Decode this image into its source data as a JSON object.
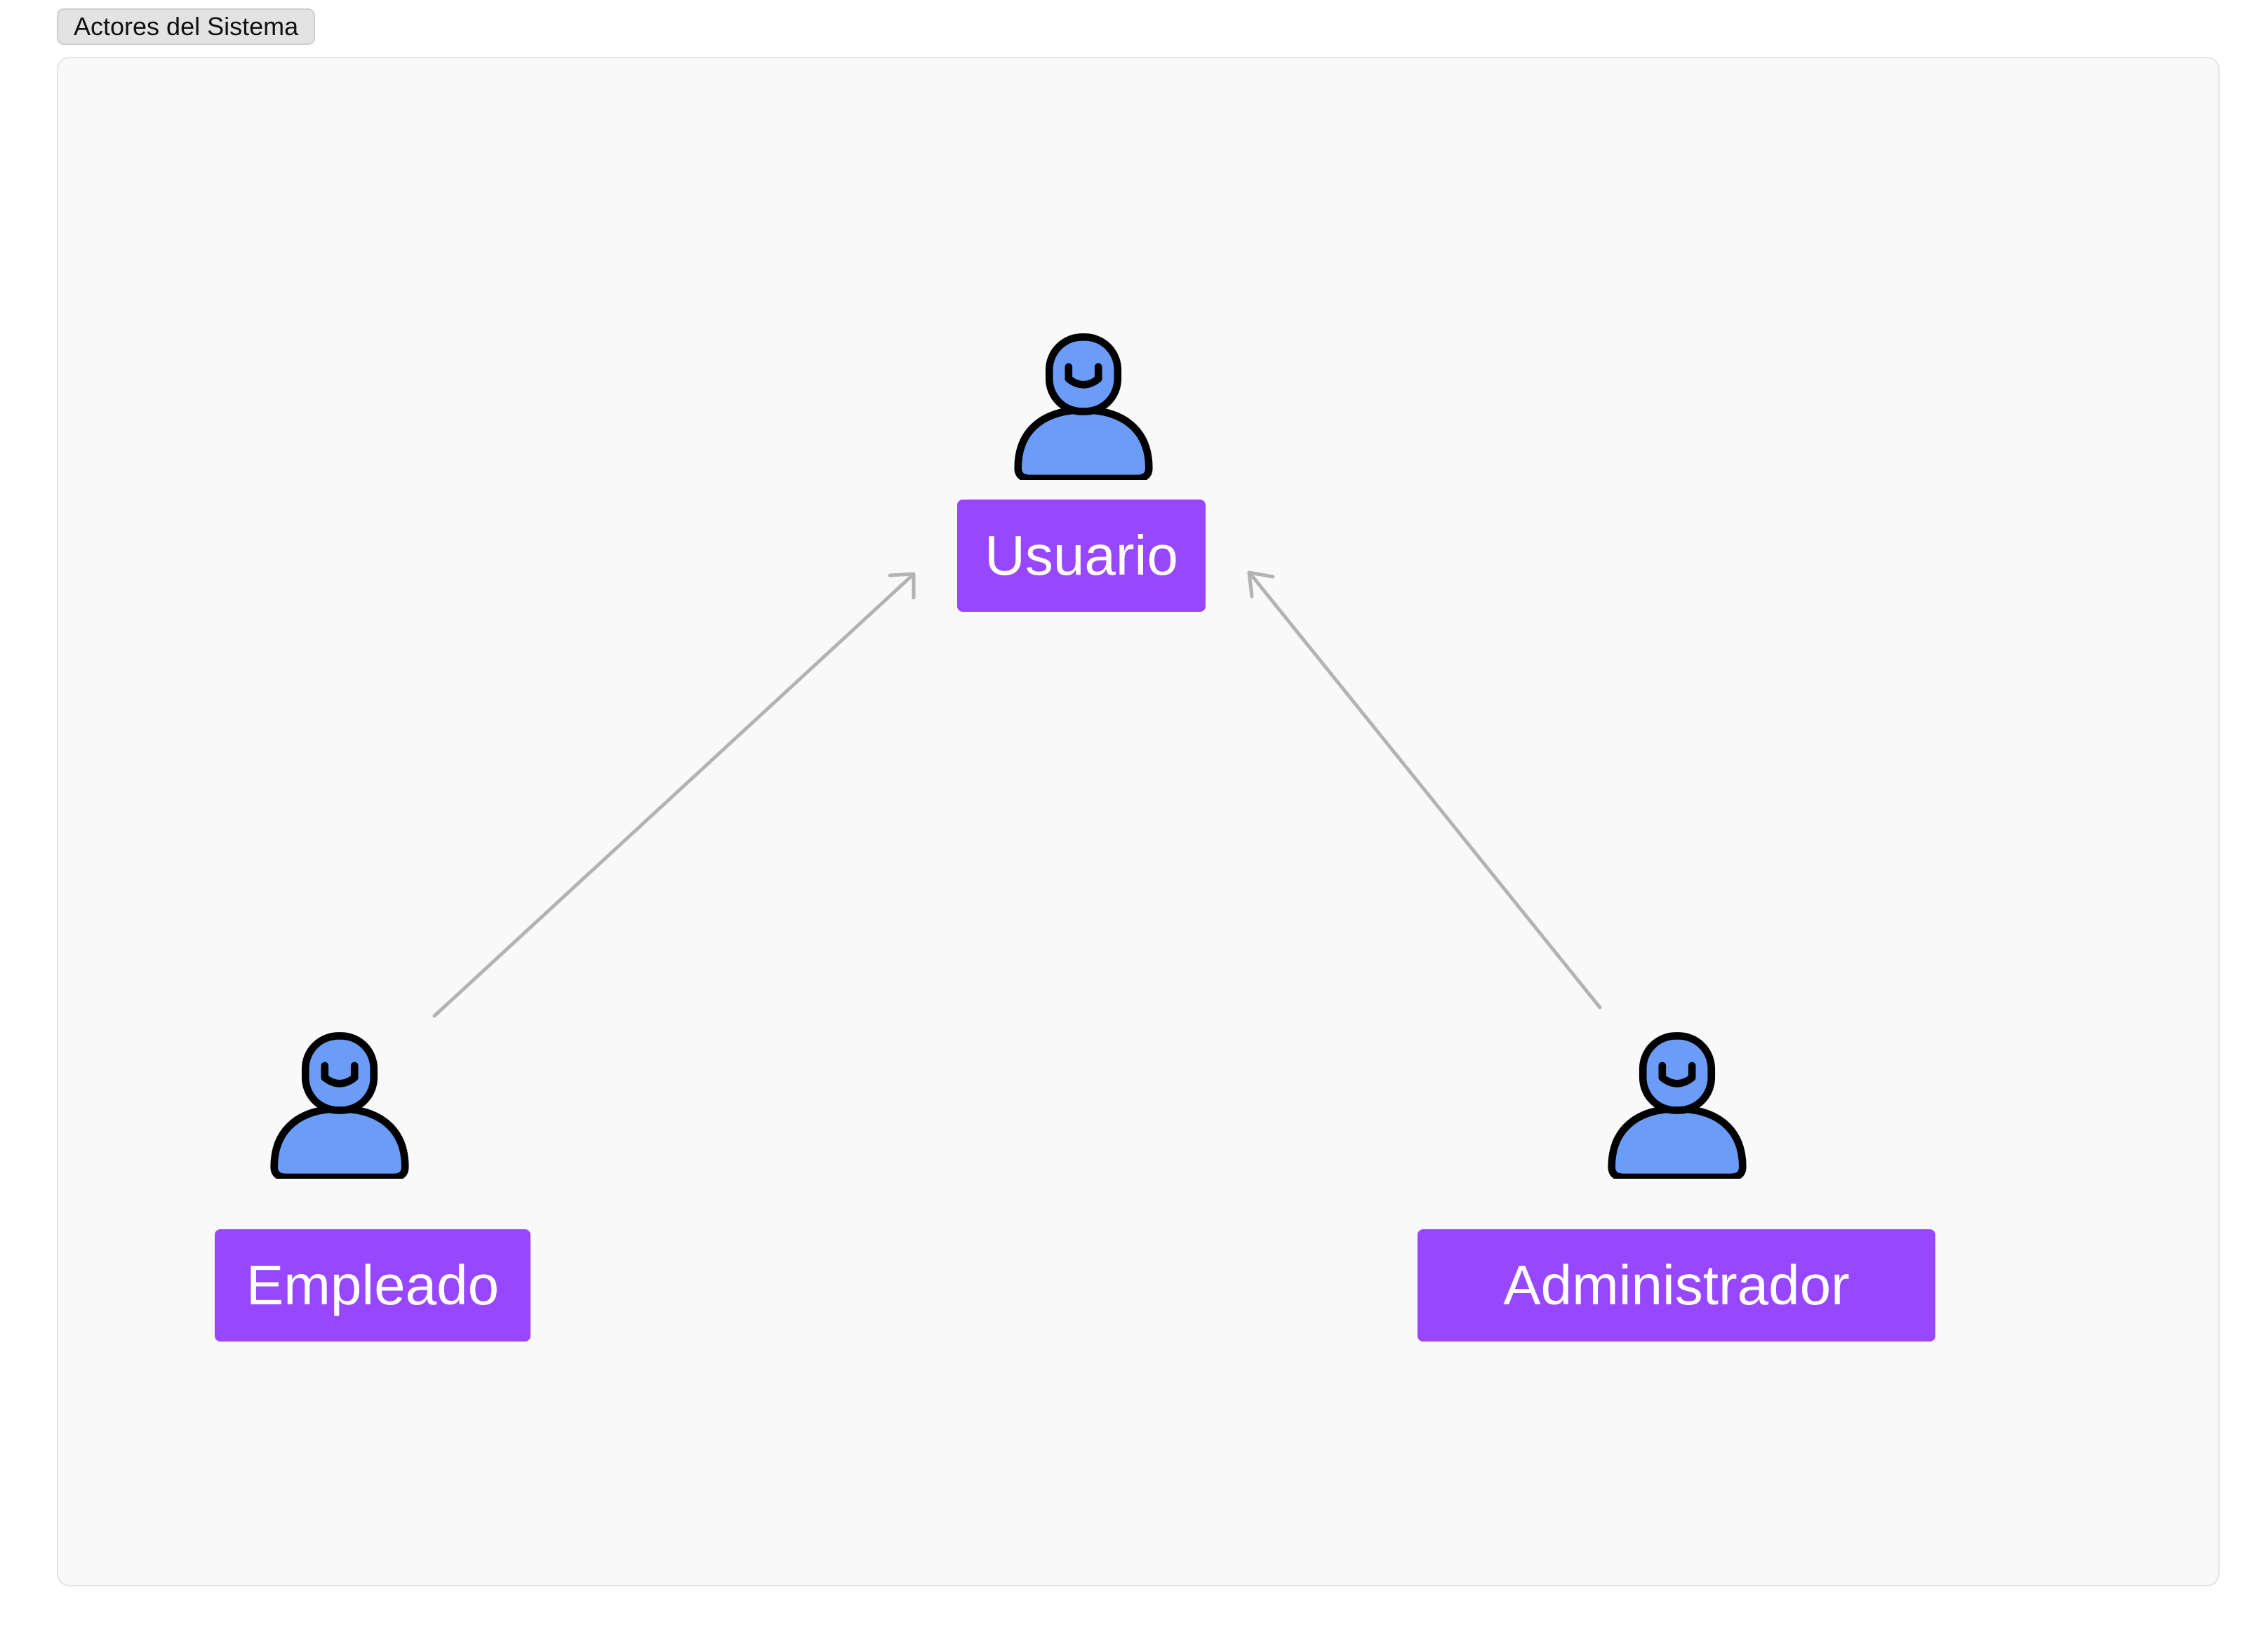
{
  "frame": {
    "tab_label": "Actores del Sistema"
  },
  "colors": {
    "label_bg": "#9747ff",
    "label_text": "#ffffff",
    "icon_fill": "#6b9cf7",
    "icon_stroke": "#000000",
    "edge": "#b3b3b3",
    "canvas_bg": "#f9f9f9"
  },
  "actors": [
    {
      "id": "usuario",
      "label": "Usuario",
      "icon": "user-icon"
    },
    {
      "id": "empleado",
      "label": "Empleado",
      "icon": "user-icon"
    },
    {
      "id": "administrador",
      "label": "Administrador",
      "icon": "user-icon"
    }
  ],
  "relations": [
    {
      "from": "empleado",
      "to": "usuario",
      "arrow": "open-arrow"
    },
    {
      "from": "administrador",
      "to": "usuario",
      "arrow": "open-arrow"
    }
  ]
}
